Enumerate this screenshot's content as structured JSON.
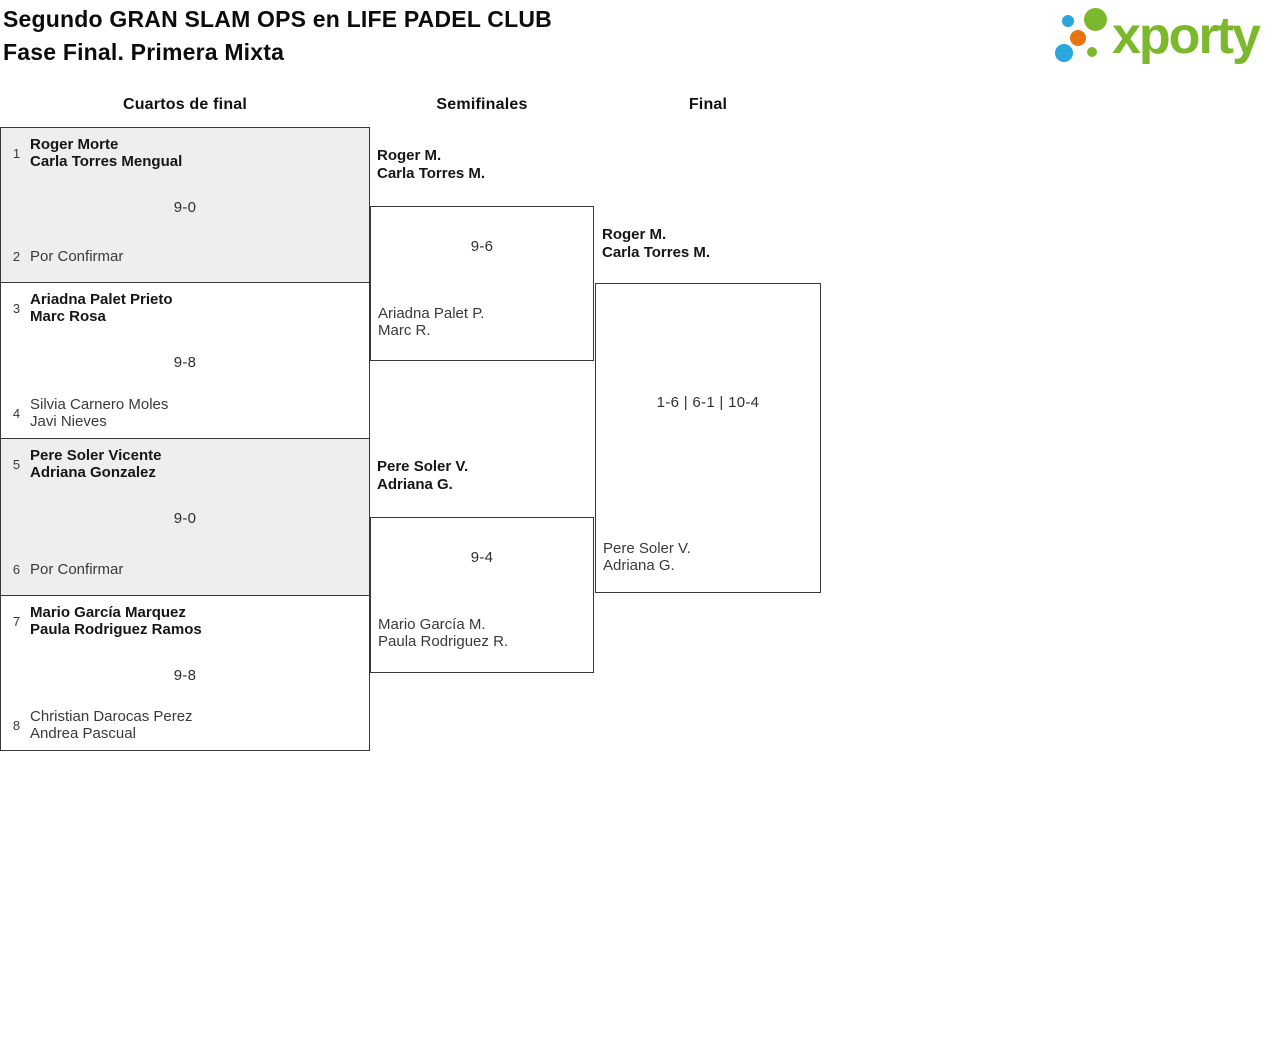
{
  "header": {
    "title_line1": "Segundo GRAN SLAM OPS en LIFE PADEL CLUB",
    "title_line2": "Fase Final. Primera Mixta",
    "logo": {
      "text": "xporty",
      "colors": {
        "green": "#7cb82c",
        "blue": "#2aa7df",
        "orange": "#e87410"
      }
    }
  },
  "columns": {
    "quarterfinals": "Cuartos de final",
    "semifinals": "Semifinales",
    "final": "Final"
  },
  "style": {
    "shaded_match_background": "#eeeeee",
    "line_color": "#383838"
  },
  "bracket": {
    "quarterfinals": [
      {
        "seed_top": "1",
        "team_top": [
          "Roger Morte",
          "Carla Torres Mengual"
        ],
        "score": "9-0",
        "seed_bottom": "2",
        "team_bottom": [
          "Por Confirmar"
        ]
      },
      {
        "seed_top": "3",
        "team_top": [
          "Ariadna Palet Prieto",
          "Marc Rosa"
        ],
        "score": "9-8",
        "seed_bottom": "4",
        "team_bottom": [
          "Silvia Carnero Moles",
          "Javi Nieves"
        ]
      },
      {
        "seed_top": "5",
        "team_top": [
          "Pere Soler Vicente",
          "Adriana Gonzalez"
        ],
        "score": "9-0",
        "seed_bottom": "6",
        "team_bottom": [
          "Por Confirmar"
        ]
      },
      {
        "seed_top": "7",
        "team_top": [
          "Mario García Marquez",
          "Paula Rodriguez Ramos"
        ],
        "score": "9-8",
        "seed_bottom": "8",
        "team_bottom": [
          "Christian Darocas Perez",
          "Andrea Pascual"
        ]
      }
    ],
    "semifinals": [
      {
        "winner": [
          "Roger M.",
          "Carla Torres M."
        ],
        "score": "9-6",
        "loser": [
          "Ariadna Palet P.",
          "Marc R."
        ]
      },
      {
        "winner": [
          "Pere Soler V.",
          "Adriana G."
        ],
        "score": "9-4",
        "loser": [
          "Mario García M.",
          "Paula Rodriguez R."
        ]
      }
    ],
    "final": {
      "winner": [
        "Roger M.",
        "Carla Torres M."
      ],
      "score": "1-6 | 6-1 | 10-4",
      "loser": [
        "Pere Soler V.",
        "Adriana G."
      ]
    }
  }
}
